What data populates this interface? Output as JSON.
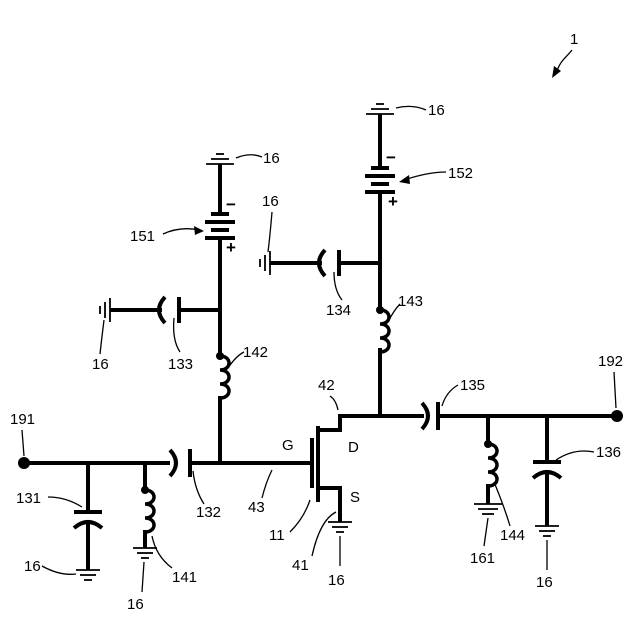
{
  "figure_ref": "1",
  "terminals": {
    "input": "191",
    "output": "192"
  },
  "transistor": {
    "ref": "11",
    "gate_letter": "G",
    "drain_letter": "D",
    "source_letter": "S",
    "drain_ref": "42",
    "gate_line_ref": "43",
    "source_ref": "41"
  },
  "capacitors": [
    "131",
    "132",
    "133",
    "134",
    "135",
    "136"
  ],
  "inductors": [
    "141",
    "142",
    "143",
    "144"
  ],
  "batteries": [
    "151",
    "152"
  ],
  "grounds": {
    "common": "16",
    "special": "161"
  },
  "polarity": {
    "minus": "−",
    "plus": "+"
  }
}
